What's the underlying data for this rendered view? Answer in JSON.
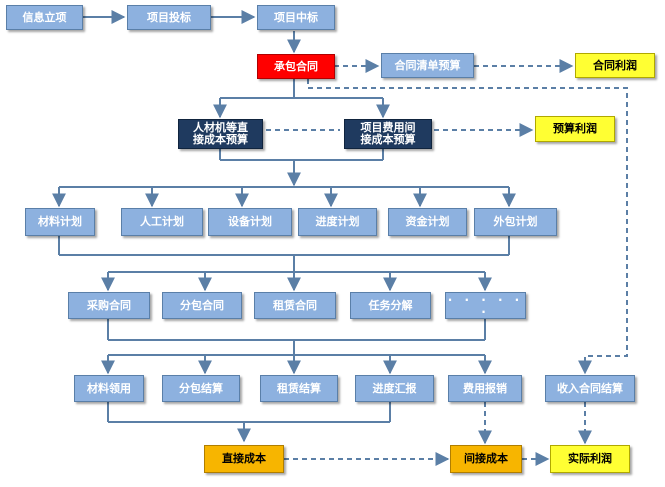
{
  "nodes": {
    "info": "信息立项",
    "bid": "项目投标",
    "win": "项目中标",
    "contract": "承包合同",
    "contract_budget": "合同清单预算",
    "contract_profit": "合同利润",
    "direct_budget": "人材机等直\n接成本预算",
    "indirect_budget": "项目费用间\n接成本预算",
    "budget_profit": "预算利润",
    "material_plan": "材料计划",
    "labor_plan": "人工计划",
    "equipment_plan": "设备计划",
    "schedule_plan": "进度计划",
    "fund_plan": "资金计划",
    "outsource_plan": "外包计划",
    "purchase_contract": "采购合同",
    "subcontract": "分包合同",
    "lease_contract": "租赁合同",
    "task_breakdown": "任务分解",
    "more": "· · · · · ·",
    "material_use": "材料领用",
    "subcontract_settle": "分包结算",
    "lease_settle": "租赁结算",
    "progress_report": "进度汇报",
    "expense_claim": "费用报销",
    "income_settle": "收入合同结算",
    "direct_cost": "直接成本",
    "indirect_cost": "间接成本",
    "actual_profit": "实际利润"
  },
  "colors": {
    "blue": "#8db1df",
    "red": "#ff0000",
    "dark": "#1f3a5f",
    "yellow": "#ffff33",
    "orange": "#f7b500",
    "line": "#5b7fa6"
  }
}
